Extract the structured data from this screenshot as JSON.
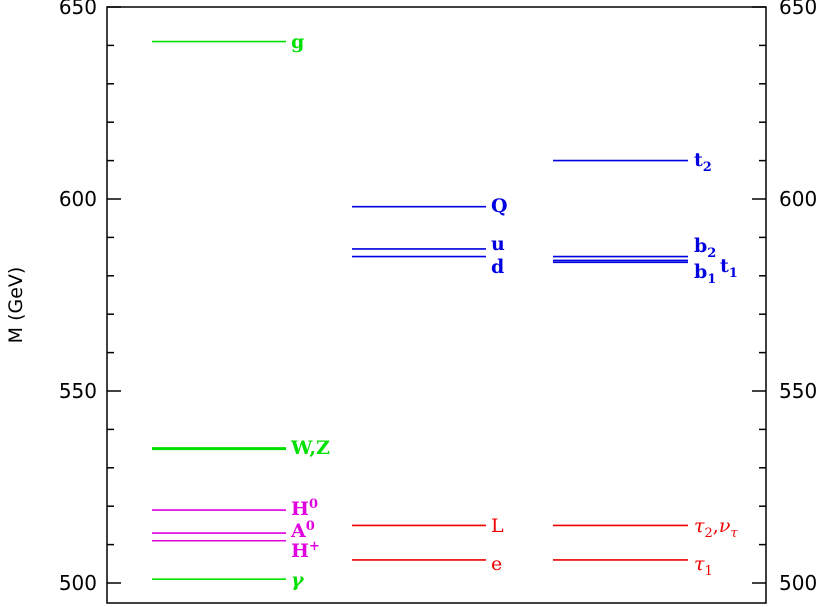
{
  "chart_data": {
    "type": "level-diagram",
    "ylabel": "M (GeV)",
    "ylim": [
      497,
      650
    ],
    "yticks_major": [
      500,
      550,
      600,
      650
    ],
    "yticks_minor_step": 10,
    "tick_labels_left": [
      "500",
      "550",
      "600",
      "650"
    ],
    "tick_labels_right": [
      "500",
      "550",
      "600",
      "650"
    ],
    "columns": [
      {
        "name": "gauge-higgs",
        "levels": [
          {
            "particle": "g",
            "mass": 641,
            "color": "#00e000"
          },
          {
            "particle": "W,Z",
            "mass": 535,
            "color": "#00e000",
            "bold": true
          },
          {
            "particle": "H0",
            "mass": 519,
            "color": "#e000e0"
          },
          {
            "particle": "A0",
            "mass": 513,
            "color": "#e000e0"
          },
          {
            "particle": "H+",
            "mass": 511,
            "color": "#e000e0"
          },
          {
            "particle": "γ",
            "mass": 501,
            "color": "#00e000"
          }
        ]
      },
      {
        "name": "squarks-sleptons-1",
        "levels": [
          {
            "particle": "Q",
            "mass": 598,
            "color": "#0000e0"
          },
          {
            "particle": "u",
            "mass": 587,
            "color": "#0000e0"
          },
          {
            "particle": "d",
            "mass": 585,
            "color": "#0000e0"
          },
          {
            "particle": "L",
            "mass": 515,
            "color": "#ee0000"
          },
          {
            "particle": "e",
            "mass": 506,
            "color": "#ee0000"
          }
        ]
      },
      {
        "name": "third-generation",
        "levels": [
          {
            "particle": "t2",
            "mass": 610,
            "color": "#0000e0"
          },
          {
            "particle": "b2",
            "mass": 585,
            "color": "#0000e0"
          },
          {
            "particle": "t1",
            "mass": 584,
            "color": "#0000e0"
          },
          {
            "particle": "b1",
            "mass": 583.5,
            "color": "#0000e0"
          },
          {
            "particle": "τ2,ντ",
            "mass": 515,
            "color": "#ee0000"
          },
          {
            "particle": "τ1",
            "mass": 506,
            "color": "#ee0000"
          }
        ]
      }
    ]
  },
  "labels": {
    "g": "g",
    "wz": "W,Z",
    "h0_base": "H",
    "h0_sup": "0",
    "a0_base": "A",
    "a0_sup": "0",
    "hplus_base": "H",
    "hplus_sup": "+",
    "gamma": "γ",
    "Q": "Q",
    "u": "u",
    "d": "d",
    "L": "L",
    "e": "e",
    "t2_base": "t",
    "t2_sub": "2",
    "b2_base": "b",
    "b2_sub": "2",
    "t1_base": "t",
    "t1_sub": "1",
    "b1_base": "b",
    "b1_sub": "1",
    "tau2_base": "τ",
    "tau2_sub": "2",
    "comma": ",",
    "nutau_base": "ν",
    "nutau_sub": "τ",
    "tau1_base": "τ",
    "tau1_sub": "1"
  },
  "colors": {
    "green": "#00e000",
    "magenta": "#e000e0",
    "blue": "#0000e0",
    "red": "#ee0000",
    "axis": "#000000"
  }
}
